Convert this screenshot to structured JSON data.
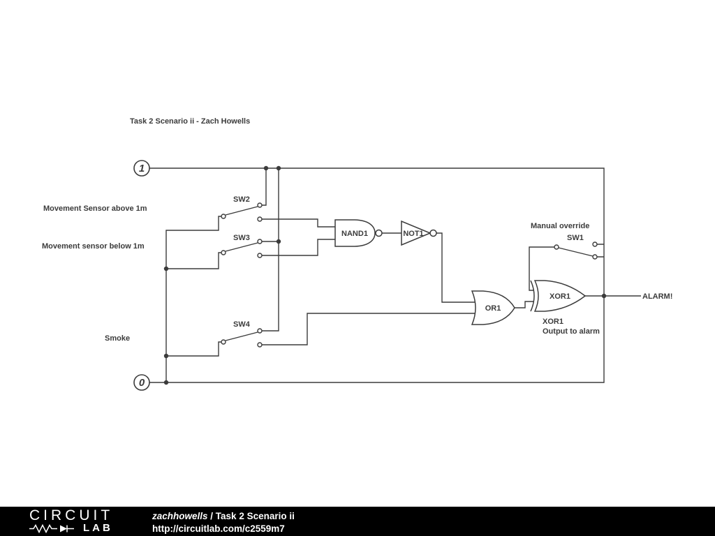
{
  "title": "Task 2 Scenario ii - Zach Howells",
  "schematic": {
    "nodes": {
      "high": "1",
      "low": "0"
    },
    "labels": {
      "movement_above": "Movement Sensor above 1m",
      "movement_below": "Movement sensor below 1m",
      "smoke": "Smoke",
      "manual_override": "Manual override",
      "alarm": "ALARM!",
      "xor_note_line1": "XOR1",
      "xor_note_line2": "Output to alarm"
    },
    "components": {
      "sw1": "SW1",
      "sw2": "SW2",
      "sw3": "SW3",
      "sw4": "SW4",
      "nand1": "NAND1",
      "not1": "NOT1",
      "or1": "OR1",
      "xor1": "XOR1"
    }
  },
  "footer": {
    "brand_top": "CIRCUIT",
    "brand_bottom": "LAB",
    "author": "zachhowells",
    "separator": " / ",
    "circuit_title": "Task 2 Scenario ii",
    "url": "http://circuitlab.com/c2559m7"
  },
  "colors": {
    "wire": "#3b3b3b",
    "canvas": "#ffffff",
    "footer_bg": "#000000",
    "footer_text": "#ffffff"
  }
}
